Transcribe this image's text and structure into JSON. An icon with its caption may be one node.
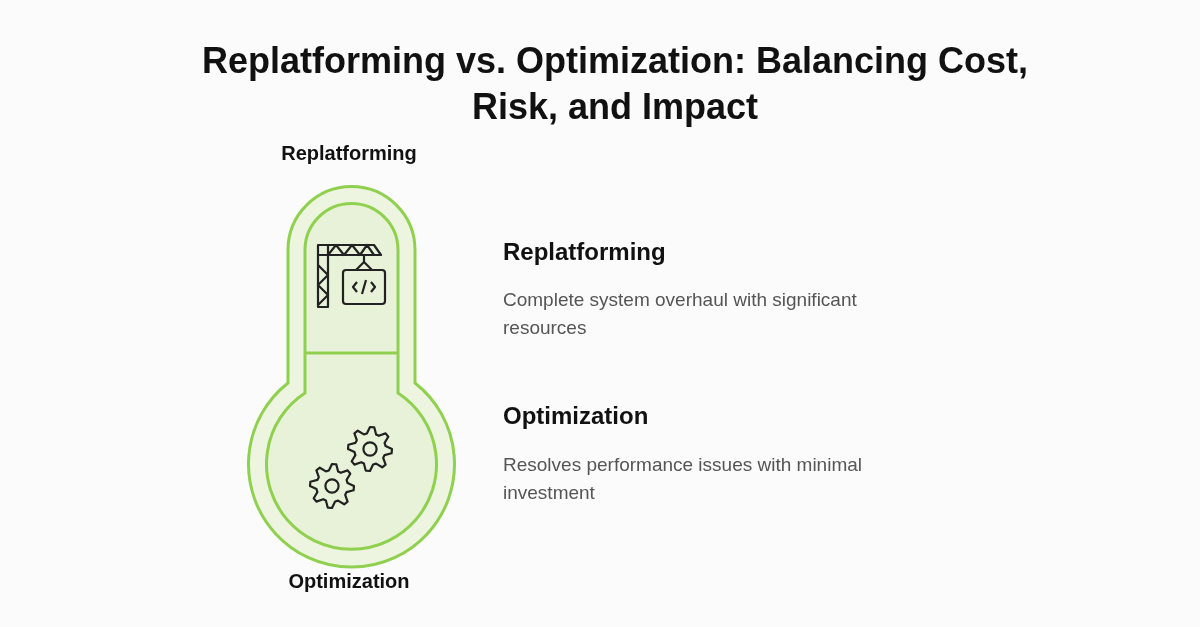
{
  "diagram": {
    "title": "Replatforming vs. Optimization: Balancing Cost, Risk, and Impact",
    "labels": [
      "Replatforming",
      "Replatforming",
      "Complete system overhaul with significant resources",
      "Optimization",
      "Resolves performance issues with minimal investment",
      "Optimization"
    ]
  }
}
